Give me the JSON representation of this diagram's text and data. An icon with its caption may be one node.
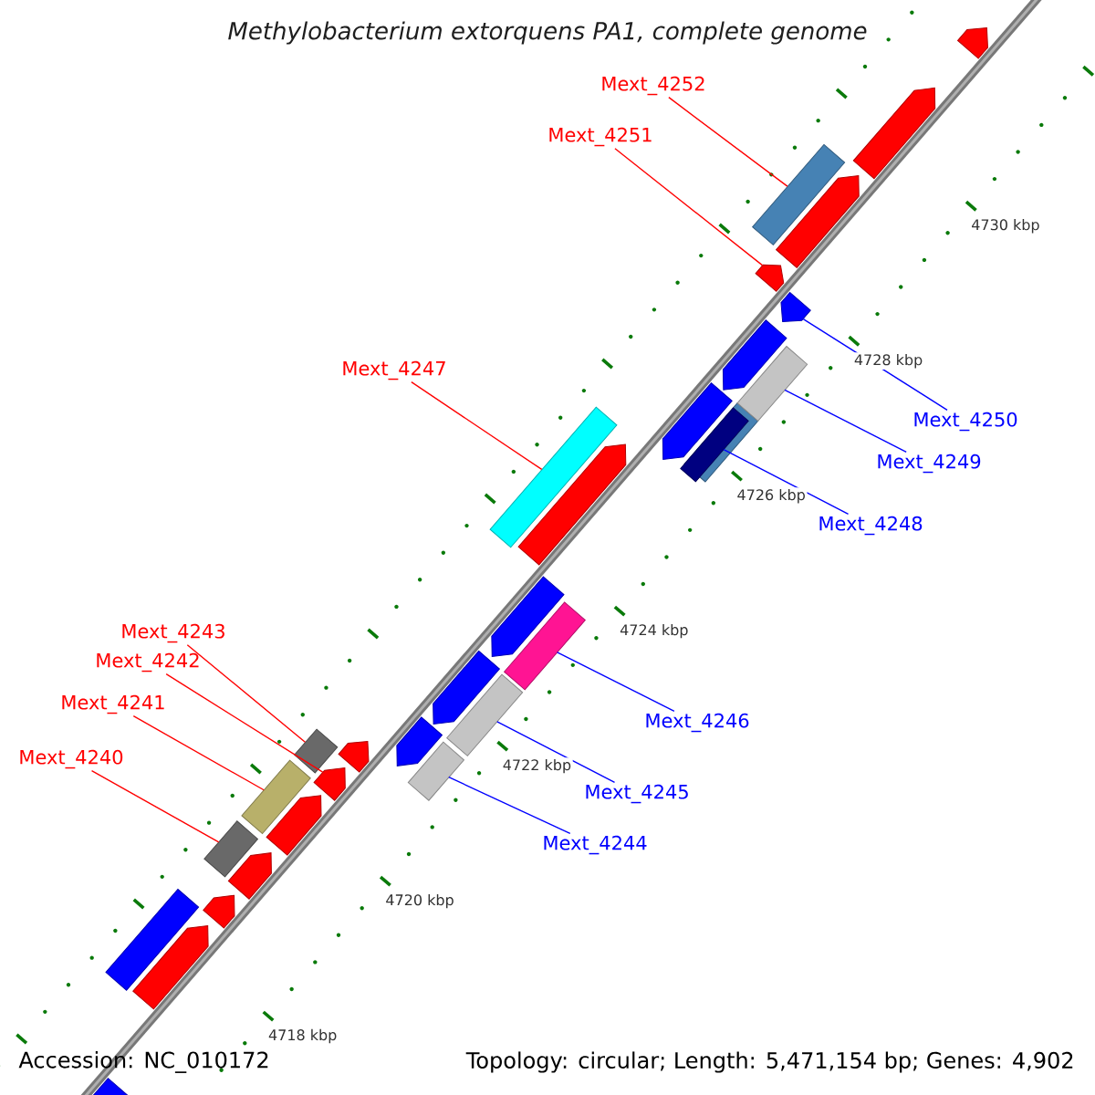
{
  "diagram": {
    "title": "Methylobacterium extorquens PA1, complete genome",
    "nodes": [
      {
        "text": [
          "Mext_4252"
        ]
      },
      {
        "text": [
          "Mext_4251"
        ]
      },
      {
        "text": [
          "Mext_4247"
        ]
      },
      {
        "text": [
          "Mext_4250"
        ]
      },
      {
        "text": [
          "Mext_4249"
        ]
      },
      {
        "text": [
          "Mext_4248"
        ]
      },
      {
        "text": [
          "Mext_4243"
        ]
      },
      {
        "text": [
          "Mext_4242"
        ]
      },
      {
        "text": [
          "Mext_4241"
        ]
      },
      {
        "text": [
          "Mext_4246"
        ]
      },
      {
        "text": [
          "Mext_4240"
        ]
      },
      {
        "text": [
          "Mext_4245"
        ]
      },
      {
        "text": [
          "Mext_4244"
        ]
      },
      {
        "text": [],
        "shape": "arrow"
      },
      {
        "text": [],
        "shape": "bar"
      },
      {
        "text": [],
        "shape": "arrow"
      },
      {
        "text": [],
        "shape": "arrow"
      },
      {
        "text": [],
        "shape": "arrow"
      },
      {
        "text": [],
        "shape": "bar"
      },
      {
        "text": [],
        "shape": "arrow"
      },
      {
        "text": [],
        "shape": "bar"
      },
      {
        "text": [],
        "shape": "arrow"
      },
      {
        "text": [],
        "shape": "bar"
      },
      {
        "text": [],
        "shape": "arrow"
      },
      {
        "text": [],
        "shape": "bar"
      },
      {
        "text": [],
        "shape": "arrow"
      },
      {
        "text": [],
        "shape": "bar"
      },
      {
        "text": [],
        "shape": "arrow"
      },
      {
        "text": [],
        "shape": "bar"
      },
      {
        "text": [],
        "shape": "arrow"
      },
      {
        "text": [],
        "shape": "bar"
      },
      {
        "text": [],
        "shape": "arrow"
      },
      {
        "text": [],
        "shape": "arrow"
      },
      {
        "text": [],
        "shape": "bar"
      },
      {
        "text": [],
        "shape": "bar",
        "in": 33
      },
      {
        "text": [],
        "shape": "bar"
      },
      {
        "text": [],
        "shape": "arrow"
      },
      {
        "text": [],
        "shape": "arrow"
      },
      {
        "text": [],
        "shape": "arrow"
      },
      {
        "text": [],
        "shape": "arrow"
      },
      {
        "text": [],
        "shape": "bar"
      },
      {
        "text": [],
        "shape": "arrow"
      },
      {
        "text": [],
        "shape": "arrow"
      }
    ],
    "edges": [
      {
        "from": 0,
        "to": 40,
        "arrow": "none",
        "color": "#ff0000"
      },
      {
        "from": 1,
        "to": 38,
        "arrow": "none",
        "color": "#ff0000"
      },
      {
        "from": 2,
        "to": 30,
        "arrow": "none",
        "color": "#ff0000"
      },
      {
        "from": 3,
        "to": 37,
        "arrow": "none",
        "color": "#0000ff"
      },
      {
        "from": 4,
        "to": 35,
        "arrow": "none",
        "color": "#0000ff"
      },
      {
        "from": 5,
        "to": 34,
        "arrow": "none",
        "color": "#0000ff"
      },
      {
        "from": 6,
        "to": 22,
        "arrow": "none",
        "color": "#ff0000"
      },
      {
        "from": 7,
        "to": 21,
        "arrow": "none",
        "color": "#ff0000"
      },
      {
        "from": 8,
        "to": 20,
        "arrow": "none",
        "color": "#ff0000"
      },
      {
        "from": 9,
        "to": 28,
        "arrow": "none",
        "color": "#0000ff"
      },
      {
        "from": 10,
        "to": 18,
        "arrow": "none",
        "color": "#ff0000"
      },
      {
        "from": 11,
        "to": 26,
        "arrow": "none",
        "color": "#0000ff"
      },
      {
        "from": 12,
        "to": 24,
        "arrow": "none",
        "color": "#0000ff"
      }
    ],
    "labels": [
      "4718 kbp",
      "4720 kbp",
      "4722 kbp",
      "4724 kbp",
      "4726 kbp",
      "4728 kbp",
      "4730 kbp",
      "Accession: NC_010172",
      "Topology: circular; Length: 5,471,154 bp; Genes: 4,902"
    ]
  }
}
